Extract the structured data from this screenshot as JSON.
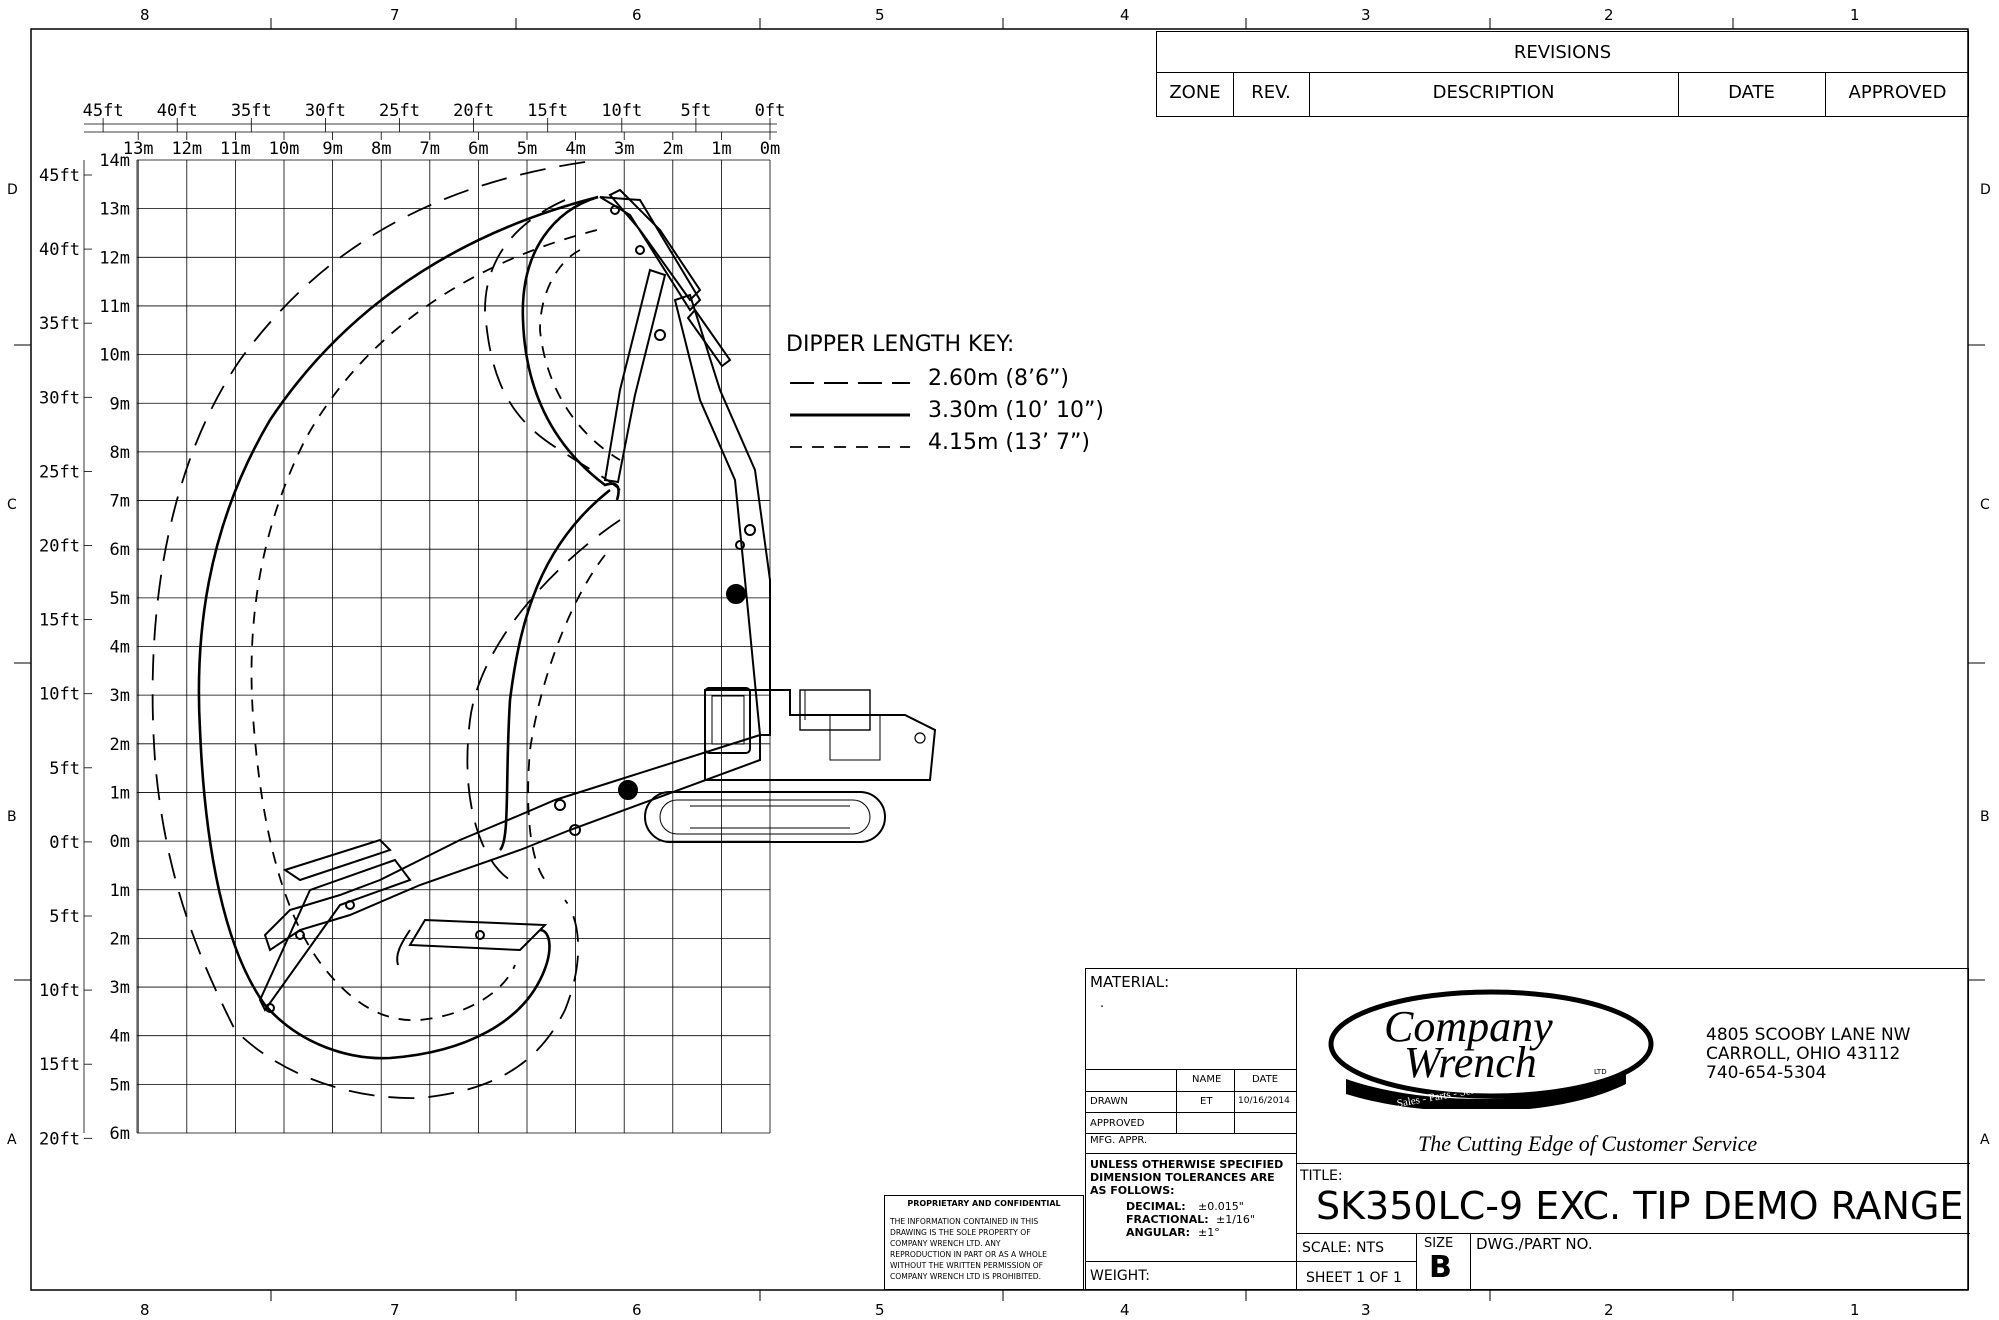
{
  "border": {
    "columns_top": [
      "8",
      "7",
      "6",
      "5",
      "4",
      "3",
      "2",
      "1"
    ],
    "columns_bottom": [
      "8",
      "7",
      "6",
      "5",
      "4",
      "3",
      "2",
      "1"
    ],
    "rows": [
      "D",
      "C",
      "B",
      "A"
    ]
  },
  "revisions": {
    "title": "REVISIONS",
    "headers": [
      "ZONE",
      "REV.",
      "DESCRIPTION",
      "DATE",
      "APPROVED"
    ]
  },
  "chart_data": {
    "type": "range-diagram",
    "x_ft_labels": [
      "45ft",
      "40ft",
      "35ft",
      "30ft",
      "25ft",
      "20ft",
      "15ft",
      "10ft",
      "5ft",
      "0ft"
    ],
    "x_m_labels": [
      "13m",
      "12m",
      "11m",
      "10m",
      "9m",
      "8m",
      "7m",
      "6m",
      "5m",
      "4m",
      "3m",
      "2m",
      "1m",
      "0m"
    ],
    "y_ft_labels": [
      "45ft",
      "40ft",
      "35ft",
      "30ft",
      "25ft",
      "20ft",
      "15ft",
      "10ft",
      "5ft",
      "0ft",
      "5ft",
      "10ft",
      "15ft",
      "20ft"
    ],
    "y_m_labels": [
      "14m",
      "13m",
      "12m",
      "11m",
      "10m",
      "9m",
      "8m",
      "7m",
      "6m",
      "5m",
      "4m",
      "3m",
      "2m",
      "1m",
      "0m",
      "1m",
      "2m",
      "3m",
      "4m",
      "5m",
      "6m"
    ]
  },
  "key": {
    "title": "DIPPER LENGTH KEY:",
    "items": [
      {
        "style": "long-dash",
        "label": "2.60m (8’6”)"
      },
      {
        "style": "solid",
        "label": "3.30m (10’ 10”)"
      },
      {
        "style": "short-dash",
        "label": "4.15m (13’ 7”)"
      }
    ]
  },
  "title_block": {
    "material_label": "MATERIAL:",
    "material_value": ".",
    "name_header": "NAME",
    "date_header": "DATE",
    "drawn_label": "DRAWN",
    "drawn_name": "ET",
    "drawn_date": "10/16/2014",
    "approved_label": "APPROVED",
    "mfg_label": "MFG. APPR.",
    "tol_line1": "UNLESS OTHERWISE SPECIFIED",
    "tol_line2": "DIMENSION TOLERANCES ARE",
    "tol_line3": "AS FOLLOWS:",
    "decimal_label": "DECIMAL:",
    "decimal_value": "±0.015\"",
    "fractional_label": "FRACTIONAL:",
    "fractional_value": "±1/16\"",
    "angular_label": "ANGULAR:",
    "angular_value": "±1°",
    "weight_label": "WEIGHT:",
    "logo_line1": "Company",
    "logo_line2": "Wrench",
    "logo_ltd": "LTD",
    "logo_ribbon": "Sales - Parts - Service - Rentals",
    "address1": "4805 SCOOBY LANE NW",
    "address2": "CARROLL, OHIO  43112",
    "phone": "740-654-5304",
    "slogan": "The Cutting Edge of Customer Service",
    "title_label": "TITLE:",
    "title": "SK350LC-9 EXC. TIP DEMO RANGE",
    "scale_label": "SCALE: NTS",
    "size_label": "SIZE",
    "size_value": "B",
    "dwg_label": "DWG./PART NO.",
    "sheet_label": "SHEET 1 OF 1"
  },
  "proprietary": {
    "heading": "PROPRIETARY AND CONFIDENTIAL",
    "lines": [
      "THE INFORMATION CONTAINED IN THIS",
      "DRAWING IS THE SOLE PROPERTY OF",
      "COMPANY WRENCH LTD.  ANY",
      "REPRODUCTION IN PART OR AS A WHOLE",
      "WITHOUT THE WRITTEN PERMISSION OF",
      "COMPANY WRENCH LTD IS PROHIBITED."
    ]
  }
}
